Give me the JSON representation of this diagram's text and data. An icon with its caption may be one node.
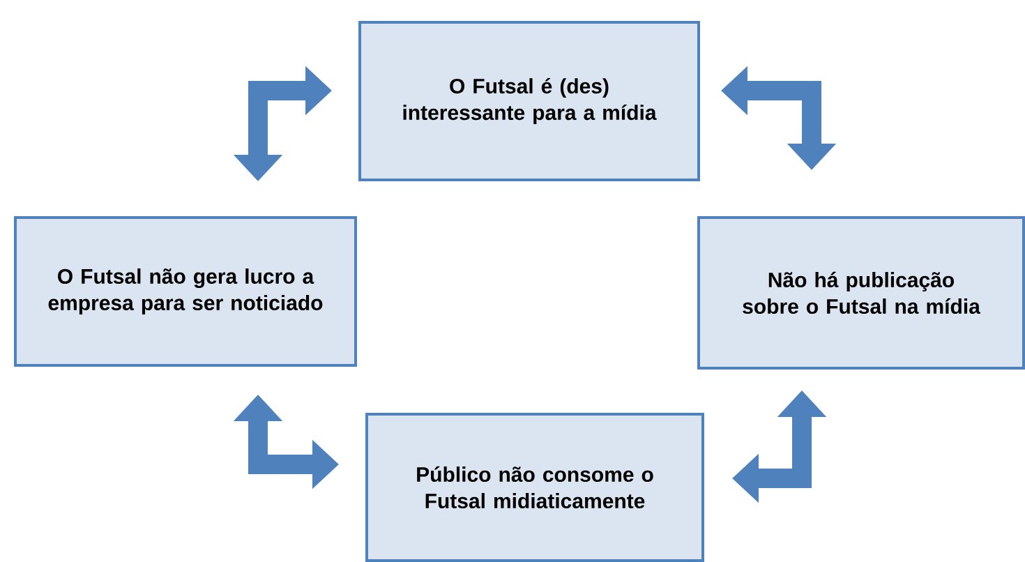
{
  "diagram": {
    "nodes": [
      {
        "text": [
          "O Futsal é (des) interessante para a mídia"
        ]
      },
      {
        "text": [
          "Não há publicação sobre o Futsal na mídia"
        ]
      },
      {
        "text": [
          "Público não consome o Futsal midiaticamente"
        ]
      },
      {
        "text": [
          "O Futsal não gera lucro a empresa para ser noticiado"
        ]
      }
    ],
    "edges": [
      {
        "from": 3,
        "to": 0,
        "arrow": "both"
      },
      {
        "from": 0,
        "to": 1,
        "arrow": "both"
      },
      {
        "from": 1,
        "to": 2,
        "arrow": "both"
      },
      {
        "from": 3,
        "to": 2,
        "arrow": "both"
      }
    ]
  }
}
